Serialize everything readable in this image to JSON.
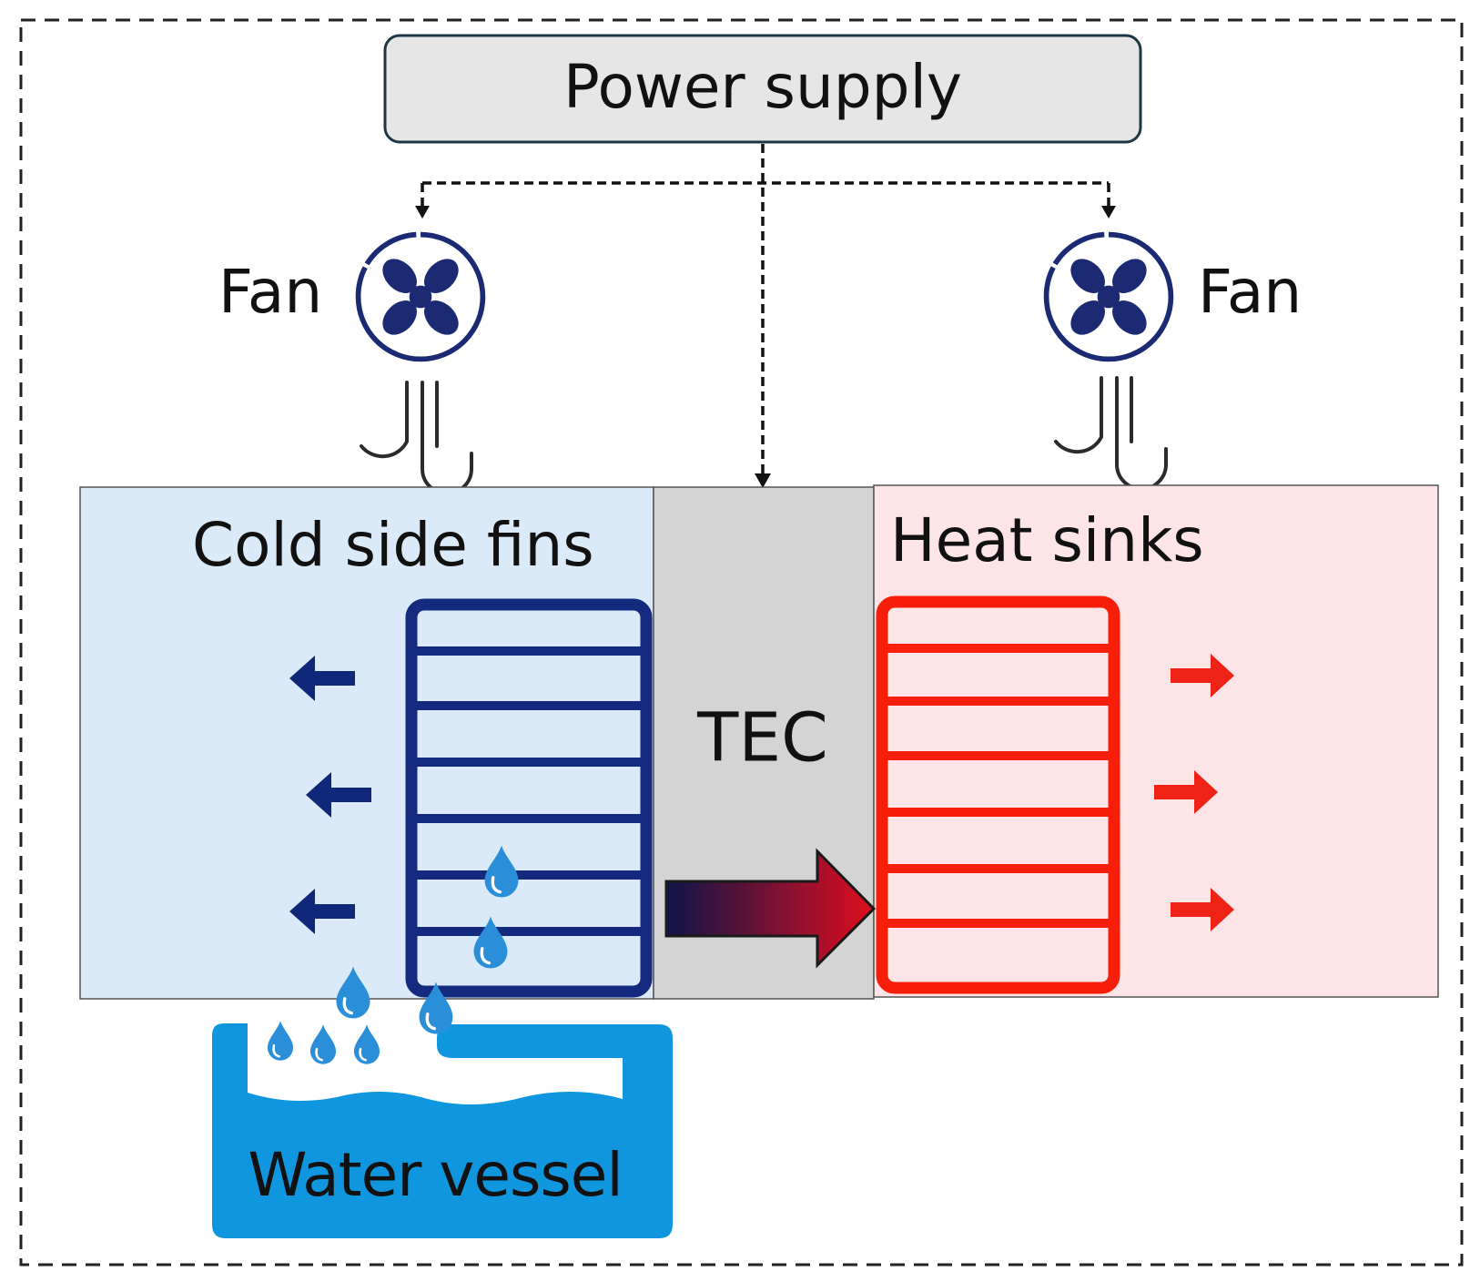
{
  "labels": {
    "power_supply": "Power supply",
    "fan_left": "Fan",
    "fan_right": "Fan",
    "cold_side_fins": "Cold side fins",
    "tec": "TEC",
    "heat_sinks": "Heat sinks",
    "water_vessel": "Water vessel"
  },
  "icons": {
    "fan": "fan-icon",
    "airflow": "airflow-swirl-icon",
    "droplet": "water-droplet-icon",
    "arrow": "arrow-icon"
  },
  "colors": {
    "cold_panel": "#dbeaf8",
    "hot_panel": "#fde4e6",
    "tec_panel": "#d4d4d4",
    "power_box": "#e6e6e6",
    "cold_fins": "#132a7e",
    "hot_fins": "#f81f0a",
    "fan": "#1b2a72",
    "water": "#0f96de",
    "droplet": "#2a8fd8",
    "cold_arrow": "#10287a",
    "hot_arrow": "#ee2315",
    "heat_flow_start": "#0c1547",
    "heat_flow_end": "#e00d1f"
  }
}
